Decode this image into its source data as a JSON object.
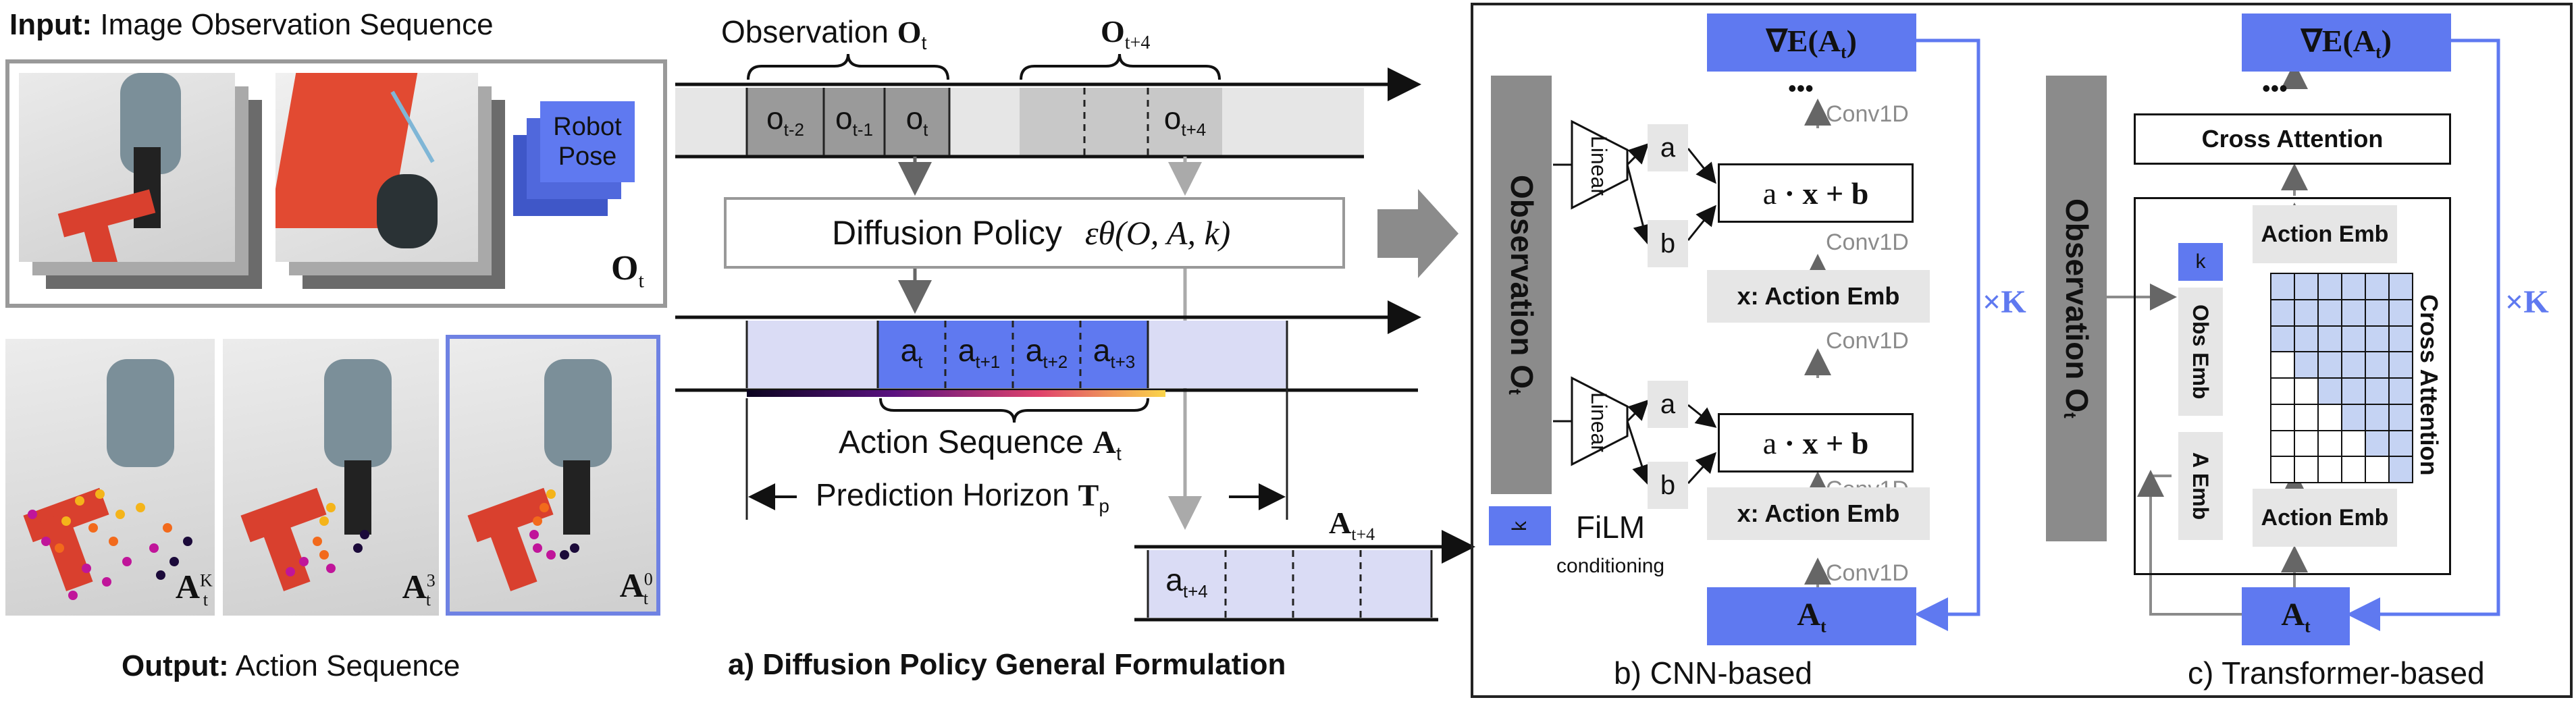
{
  "left": {
    "input_bold": "Input:",
    "input_text": "Image Observation Sequence",
    "robot_pose": "Robot Pose",
    "obs_symbol": "O",
    "obs_sub": "t",
    "output_bold": "Output:",
    "output_text": "Action Sequence",
    "a_symbol": "A",
    "a_sub": "t",
    "a_sup_k": "K",
    "a_sup_3": "3",
    "a_sup_0": "0"
  },
  "panel_a": {
    "observation_label": "Observation",
    "observation_sym": "O",
    "observation_sub": "t",
    "obs_next_sym": "O",
    "obs_next_sub": "t+4",
    "obs_cells": [
      {
        "base": "o",
        "sub": "t-2"
      },
      {
        "base": "o",
        "sub": "t-1"
      },
      {
        "base": "o",
        "sub": "t"
      }
    ],
    "obs_next_cell": {
      "base": "o",
      "sub": "t+4"
    },
    "policy_label": "Diffusion Policy",
    "policy_formula": "εθ(O, A, k)",
    "action_cells": [
      {
        "base": "a",
        "sub": "t"
      },
      {
        "base": "a",
        "sub": "t+1"
      },
      {
        "base": "a",
        "sub": "t+2"
      },
      {
        "base": "a",
        "sub": "t+3"
      }
    ],
    "action_seq_label": "Action Sequence",
    "action_seq_sym": "A",
    "action_seq_sub": "t",
    "horizon_label": "Prediction Horizon",
    "horizon_sym": "T",
    "horizon_sub": "p",
    "next_action_sym": "A",
    "next_action_sub": "t+4",
    "next_cell": {
      "base": "a",
      "sub": "t+4"
    },
    "caption": "a) Diffusion Policy General Formulation"
  },
  "panel_b": {
    "grad_label": "∇E(A",
    "grad_sub": "t",
    "grad_close": ")",
    "dots": "•••",
    "observation": "Observation O",
    "observation_sub": "t",
    "k_label": "k",
    "linear": "Linear",
    "a_label": "a",
    "b_label": "b",
    "film_formula_a": "a",
    "film_formula_rest": "· x + b",
    "conv1d": "Conv1D",
    "action_emb": "x: Action Emb",
    "film": "FiLM",
    "conditioning": "conditioning",
    "at_label": "A",
    "at_sub": "t",
    "times_k": "×K",
    "caption": "b) CNN-based"
  },
  "panel_c": {
    "grad_label": "∇E(A",
    "grad_sub": "t",
    "grad_close": ")",
    "dots": "•••",
    "cross_attention_top": "Cross Attention",
    "observation": "Observation O",
    "observation_sub": "t",
    "k_label": "k",
    "obs_emb": "Obs Emb",
    "a_emb": "A Emb",
    "action_emb_top": "Action Emb",
    "action_emb_bottom": "Action Emb",
    "cross_attention_side": "Cross Attention",
    "at_label": "A",
    "at_sub": "t",
    "times_k": "×K",
    "caption": "c) Transformer-based",
    "mask_rows": [
      [
        1,
        1,
        1,
        1,
        1,
        1
      ],
      [
        1,
        1,
        1,
        1,
        1,
        1
      ],
      [
        1,
        1,
        1,
        1,
        1,
        1
      ],
      [
        0,
        1,
        1,
        1,
        1,
        1
      ],
      [
        0,
        0,
        1,
        1,
        1,
        1
      ],
      [
        0,
        0,
        0,
        1,
        1,
        1
      ],
      [
        0,
        0,
        0,
        0,
        1,
        1
      ],
      [
        0,
        0,
        0,
        0,
        0,
        1
      ]
    ],
    "colors": {
      "blue": "#5f79f0",
      "cell_blue": "#c5d3f3",
      "gray": "#8b8b8b",
      "light": "#e3e3e3"
    }
  }
}
